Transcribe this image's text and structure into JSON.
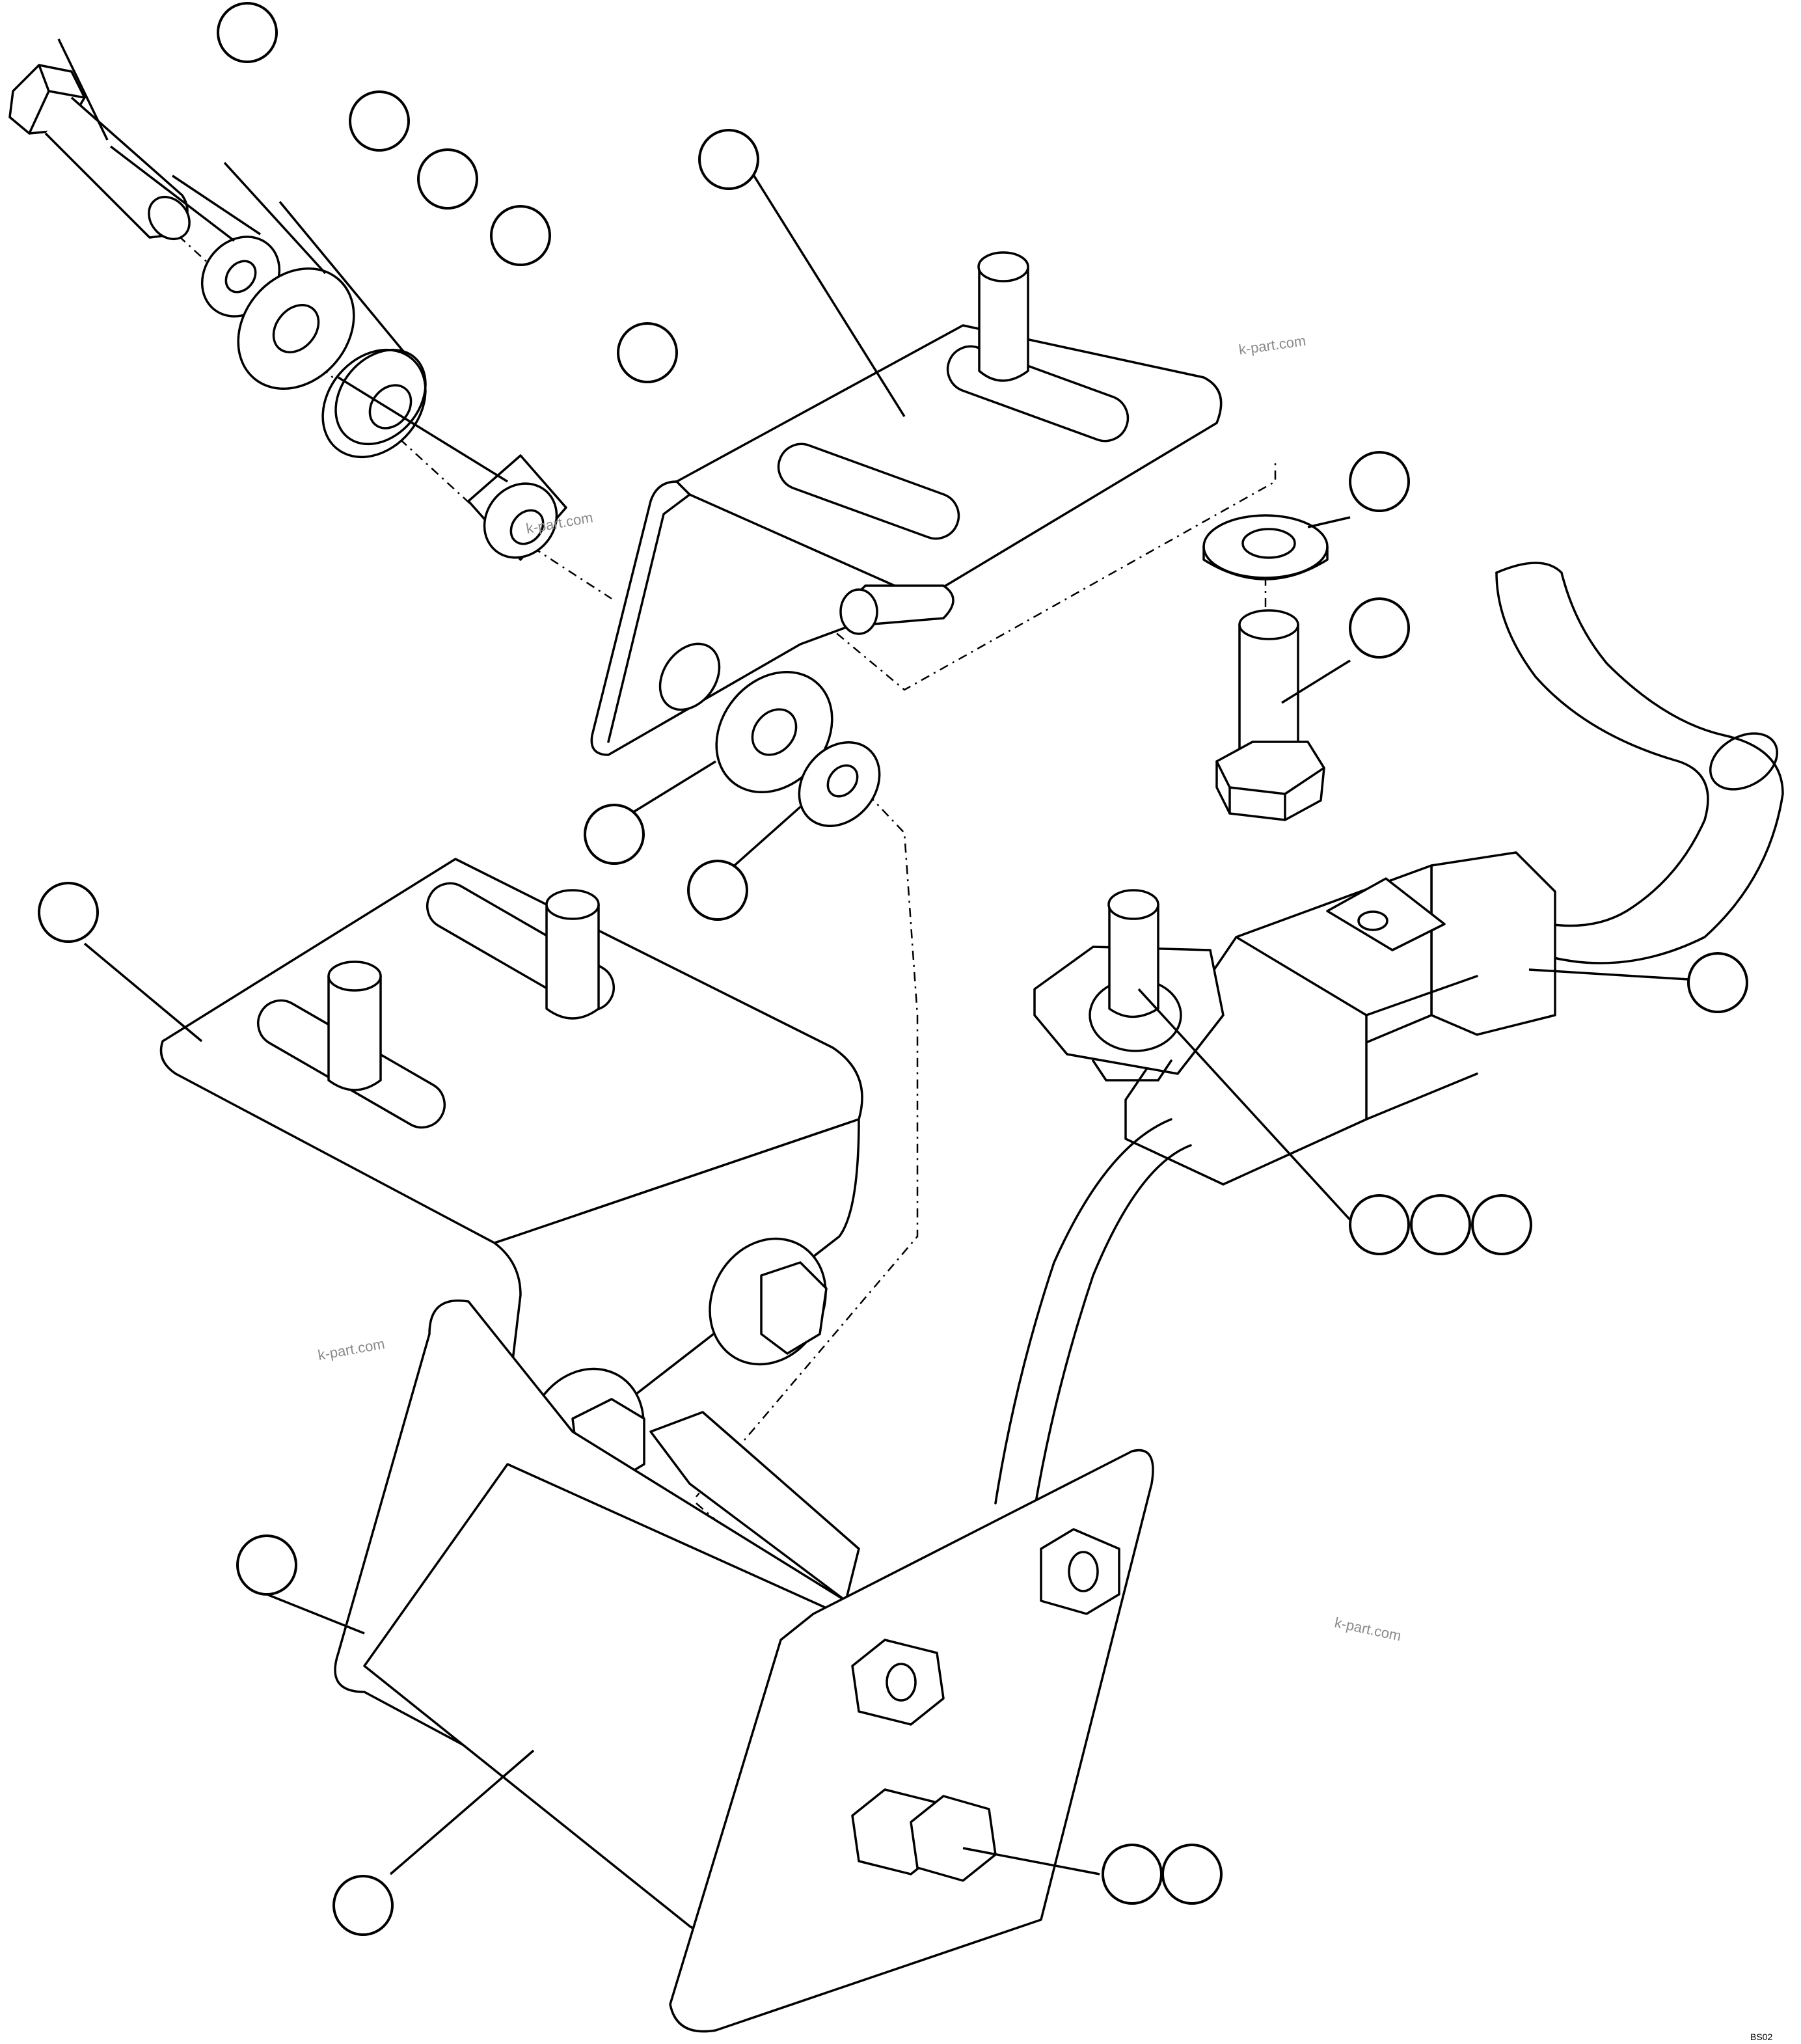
{
  "watermarks": [
    "k-part.com",
    "k-part.com",
    "k-part.com",
    "k-part.com"
  ],
  "drawing_code": "BS02",
  "callouts": [
    {
      "label": ""
    },
    {
      "label": ""
    },
    {
      "label": ""
    },
    {
      "label": ""
    },
    {
      "label": ""
    },
    {
      "label": ""
    },
    {
      "label": ""
    },
    {
      "label": ""
    },
    {
      "label": ""
    },
    {
      "label": ""
    },
    {
      "label": ""
    },
    {
      "label": ""
    },
    {
      "label": ""
    },
    {
      "label": ""
    },
    {
      "label": ""
    },
    {
      "label": ""
    },
    {
      "label": ""
    },
    {
      "label": ""
    },
    {
      "label": ""
    },
    {
      "label": ""
    },
    {
      "label": ""
    }
  ]
}
